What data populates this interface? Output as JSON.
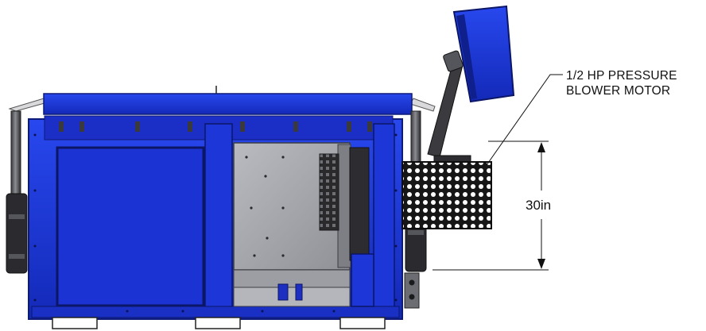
{
  "callout": {
    "line1": "1/2 HP PRESSURE",
    "line2": "BLOWER MOTOR"
  },
  "dimension": {
    "label": "30in"
  },
  "colors": {
    "frame_blue": "#1a36d6",
    "frame_blue_dark": "#0f1f8c",
    "panel_grey": "#a9abb0",
    "motor_dark": "#2a2a2e",
    "cage_black": "#151515"
  }
}
